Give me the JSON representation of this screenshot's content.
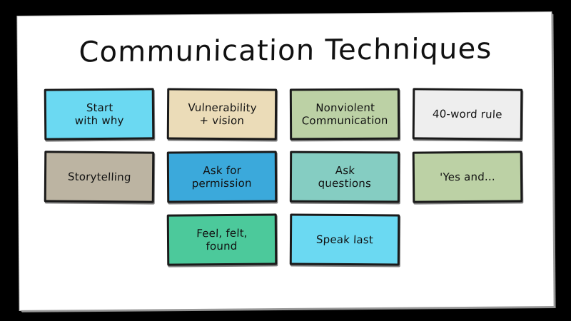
{
  "slide": {
    "title": "Communication Techniques",
    "background_color": "#000000",
    "paper_color": "#ffffff",
    "ink_color": "#1a1a1a"
  },
  "grid": {
    "columns": 4,
    "rows": [
      {
        "cards": [
          {
            "label": "Start\nwith why",
            "color": "#6BD9F2"
          },
          {
            "label": "Vulnerability\n+ vision",
            "color": "#EBDCB8"
          },
          {
            "label": "Nonviolent\nCommunication",
            "color": "#BCD1A5"
          },
          {
            "label": "40-word rule",
            "color": "#EEEEEE"
          }
        ]
      },
      {
        "cards": [
          {
            "label": "Storytelling",
            "color": "#BCB4A2"
          },
          {
            "label": "Ask for\npermission",
            "color": "#3BA9DB"
          },
          {
            "label": "Ask\nquestions",
            "color": "#85CDC2"
          },
          {
            "label": "'Yes and…",
            "color": "#BCD1A5"
          }
        ]
      },
      {
        "cards": [
          {
            "label": "",
            "color": ""
          },
          {
            "label": "Feel, felt,\nfound",
            "color": "#4CC99B"
          },
          {
            "label": "Speak last",
            "color": "#6BD9F2"
          },
          {
            "label": "",
            "color": ""
          }
        ]
      }
    ]
  }
}
